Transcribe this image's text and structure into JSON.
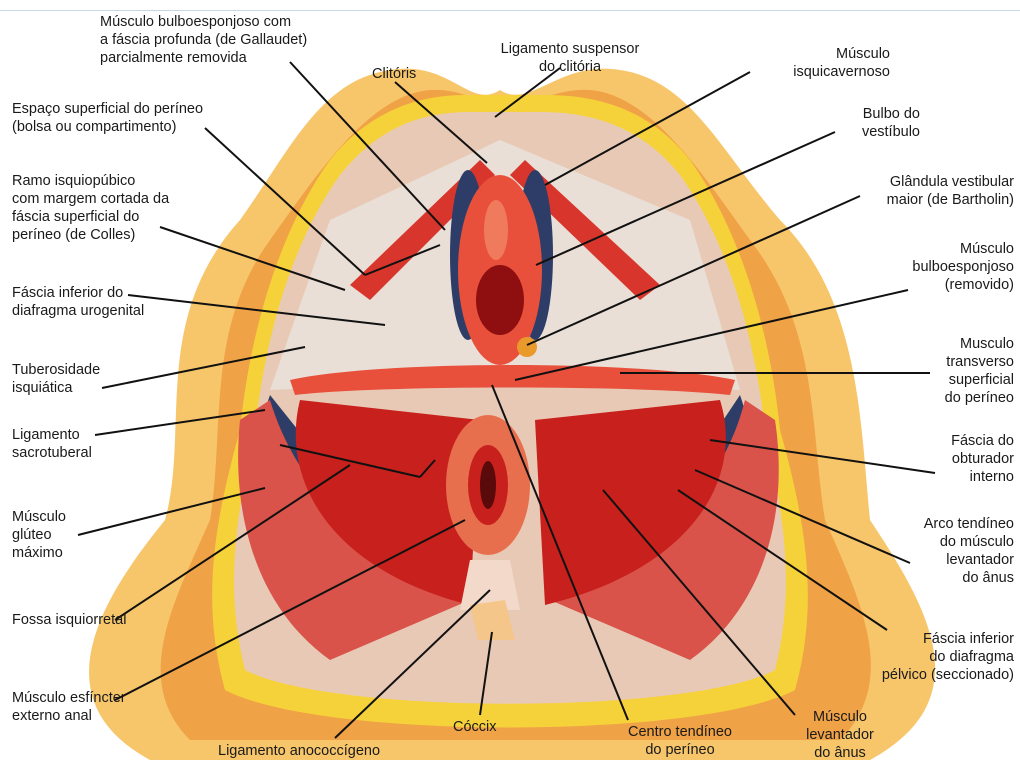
{
  "labels": {
    "bulbo_fascia": "Músculo bulboesponjoso com\na fáscia profunda (de Gallaudet)\nparcialmente removida",
    "clitoris": "Clitóris",
    "lig_suspensor": "Ligamento suspensor\ndo clitória",
    "isquicavernoso": "Músculo\nisquicavernoso",
    "espaco_superficial": "Espaço superficial do períneo\n(bolsa ou compartimento)",
    "bulbo_vestibulo": "Bulbo do\nvestíbulo",
    "ramo_isquiopubico": "Ramo isquiopúbico\ncom margem cortada da\nfáscia superficial do\nperíneo (de Colles)",
    "glandula_vestibular": "Glândula vestibular\nmaior (de Bartholin)",
    "bulboesponjoso_removido": "Músculo\nbulboesponjoso\n(removido)",
    "fascia_inferior_uro": "Fáscia inferior do\ndiafragma urogenital",
    "transverso": "Musculo\ntransverso\nsuperficial\ndo períneo",
    "tuberosidade": "Tuberosidade\nisquiática",
    "lig_sacrotuberal": "Ligamento\nsacrotuberal",
    "fascia_obturador": "Fáscia do\nobturador\ninterno",
    "gluteo": "Músculo\nglúteo\nmáximo",
    "arco_tendineo": "Arco tendíneo\ndo músculo\nlevantador\ndo ânus",
    "fossa": "Fossa isquiorretal",
    "fascia_pelvico": "Fáscia inferior\ndo diafragma\npélvico (seccionado)",
    "esfincter": "Músculo esfíncter\nexterno anal",
    "coccix": "Cóccix",
    "centro_tendineo": "Centro tendíneo\ndo períneo",
    "levantador": "Músculo\nlevantador\ndo ânus",
    "anococcigeo": "Ligamento anococcígeno"
  },
  "colors": {
    "skin_outer": "#f7c66b",
    "skin_mid": "#f0a246",
    "fat": "#f6d23a",
    "muscle": "#c8201c",
    "muscle_light": "#e8503c",
    "fascia": "#e9dfd6",
    "vein": "#2e3d67",
    "leader": "#111111"
  }
}
